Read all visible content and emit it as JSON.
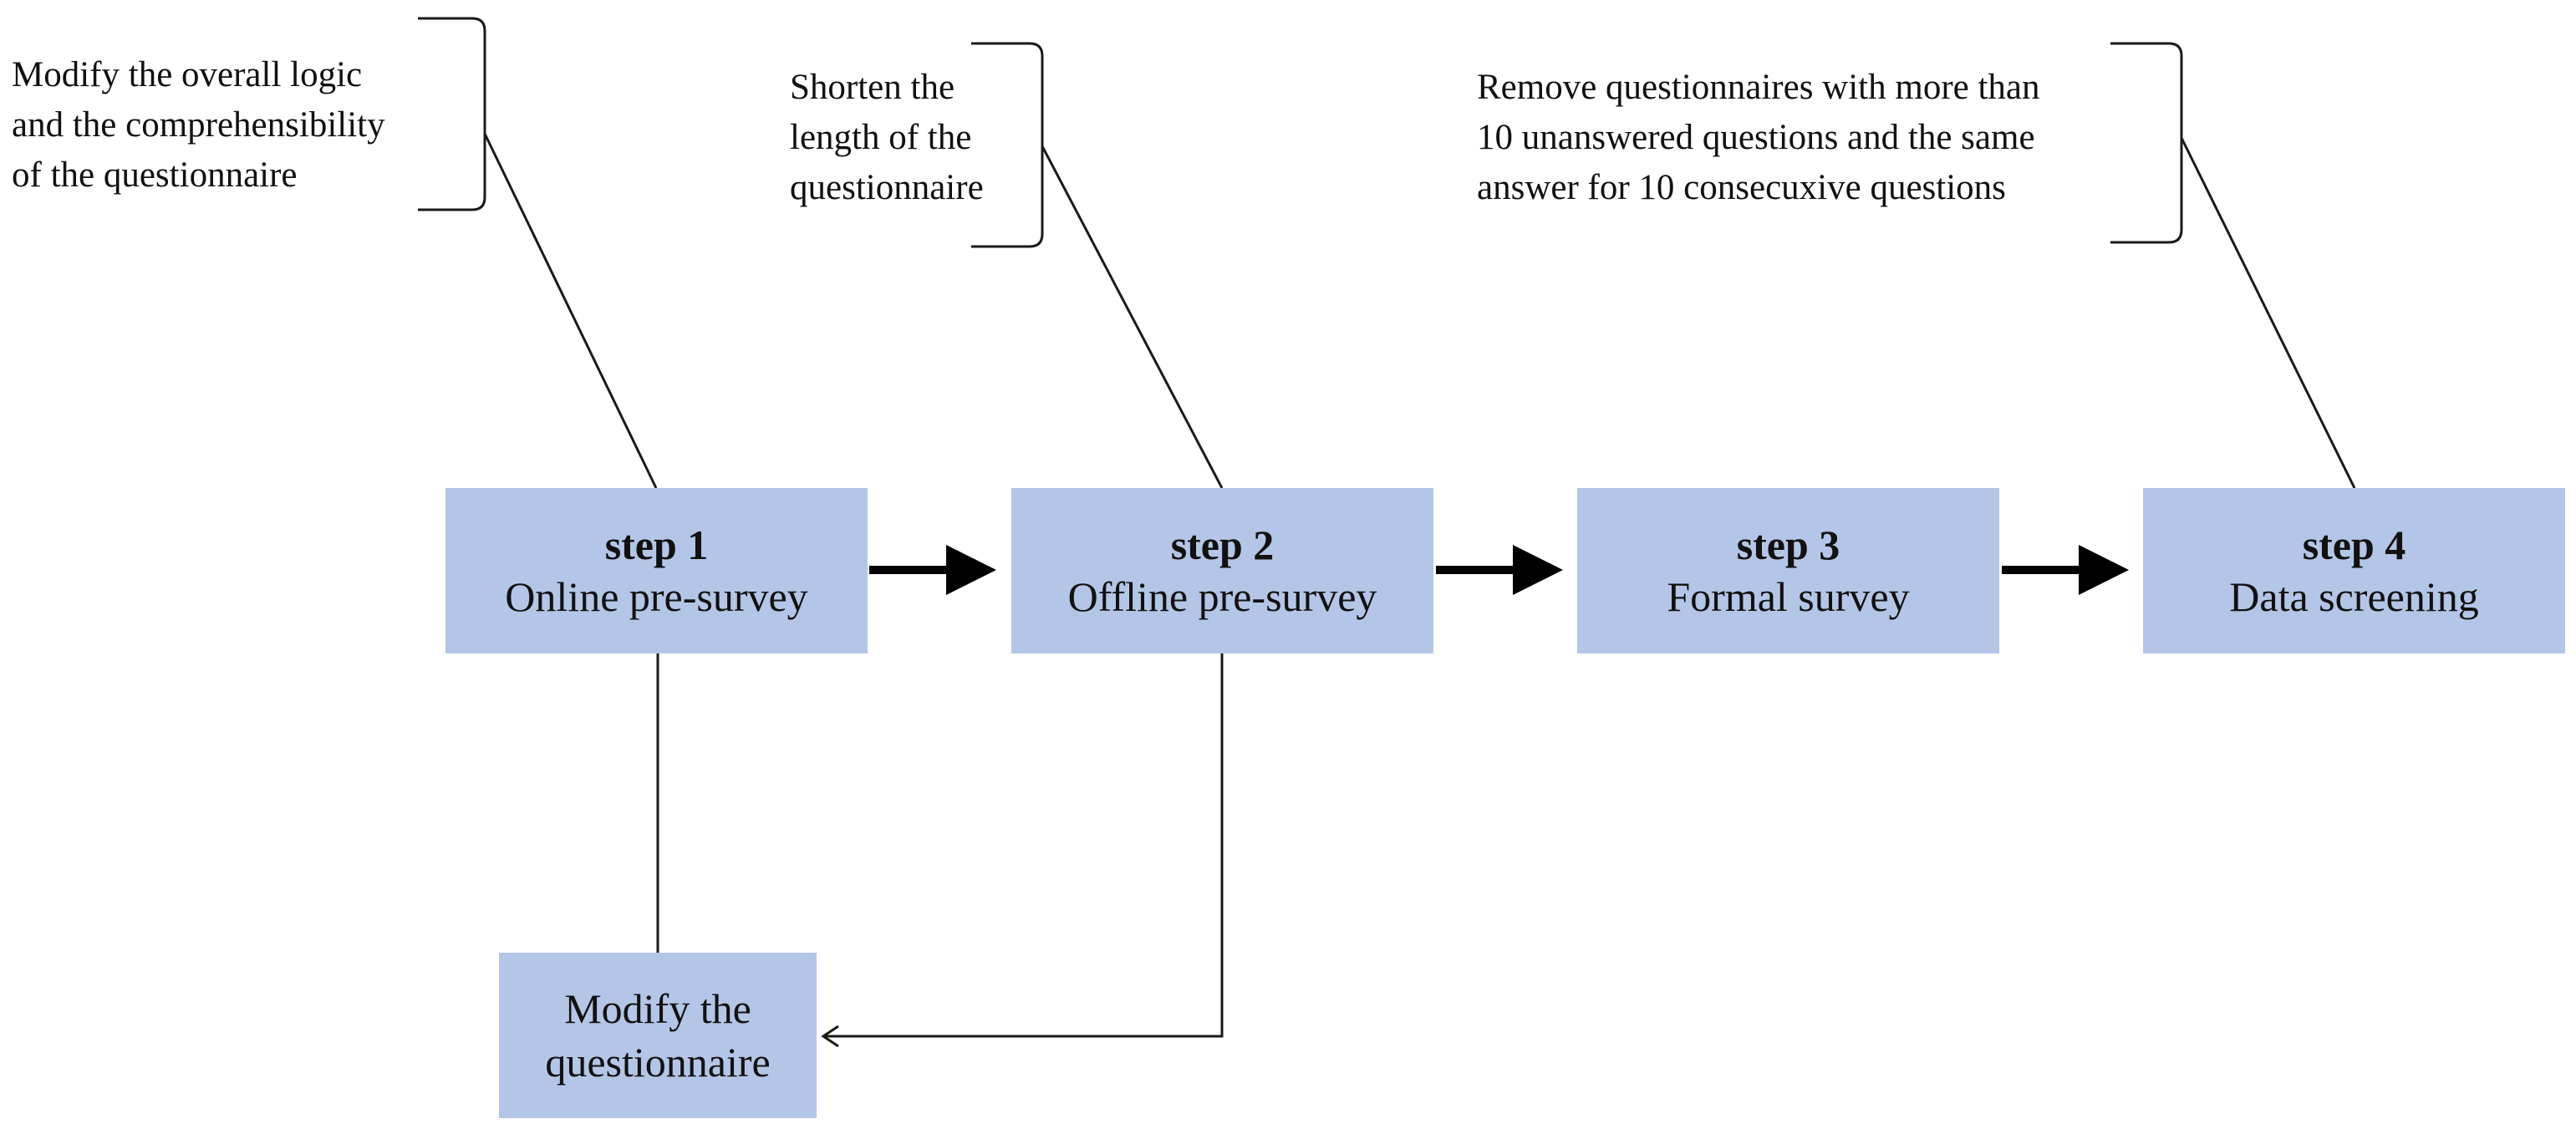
{
  "steps": [
    {
      "title": "step 1",
      "subtitle": "Online pre-survey"
    },
    {
      "title": "step 2",
      "subtitle": "Offline pre-survey"
    },
    {
      "title": "step 3",
      "subtitle": "Formal survey"
    },
    {
      "title": "step 4",
      "subtitle": "Data screening"
    }
  ],
  "notes": {
    "step1": [
      "Modify the overall logic",
      "and the comprehensibility",
      "of the questionnaire"
    ],
    "step2": [
      "Shorten the",
      "length of the",
      "questionnaire"
    ],
    "step4": [
      "Remove questionnaires with more than",
      "10 unanswered questions and the same",
      "answer for 10 consecuxive questions"
    ]
  },
  "modify_box": [
    "Modify the",
    "questionnaire"
  ],
  "colors": {
    "box_fill": "#b4c6e7",
    "line": "#1a1a1a",
    "text": "#111111"
  }
}
